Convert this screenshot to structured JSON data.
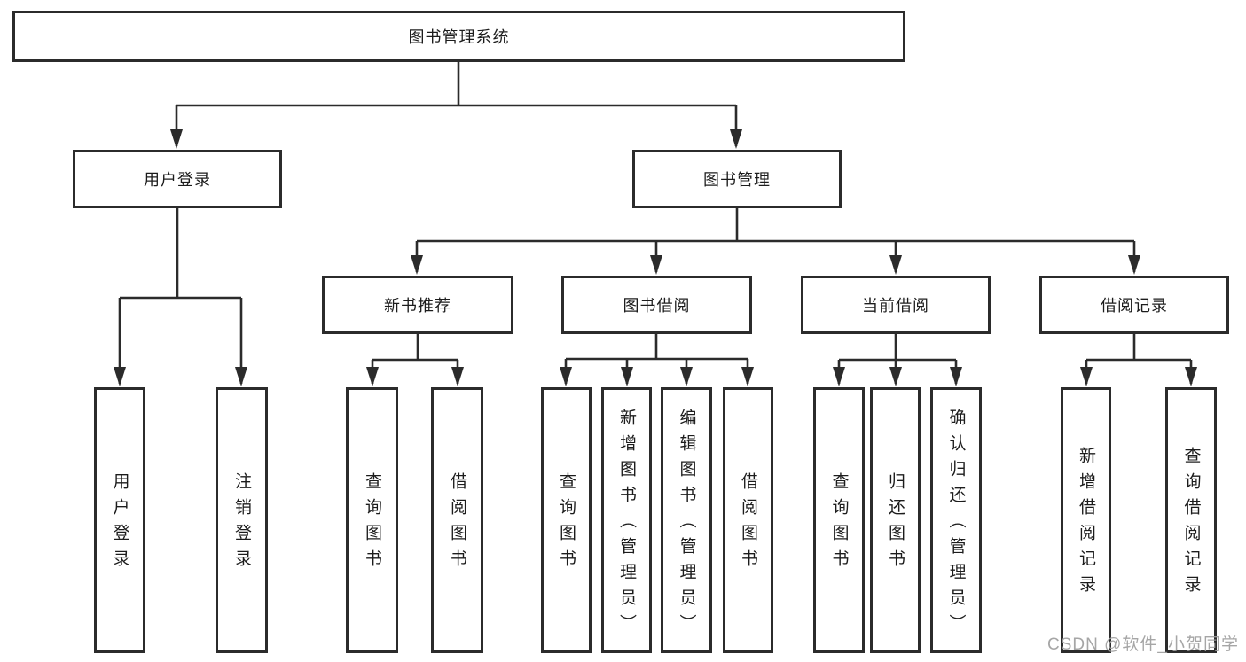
{
  "tree": {
    "root": {
      "label": "图书管理系统"
    },
    "children": [
      {
        "label": "用户登录",
        "children": [
          {
            "label": "用户登录"
          },
          {
            "label": "注销登录"
          }
        ]
      },
      {
        "label": "图书管理",
        "children": [
          {
            "label": "新书推荐",
            "children": [
              {
                "label": "查询图书"
              },
              {
                "label": "借阅图书"
              }
            ]
          },
          {
            "label": "图书借阅",
            "children": [
              {
                "label": "查询图书"
              },
              {
                "label": "新增图书（管理员）"
              },
              {
                "label": "编辑图书（管理员）"
              },
              {
                "label": "借阅图书"
              }
            ]
          },
          {
            "label": "当前借阅",
            "children": [
              {
                "label": "查询图书"
              },
              {
                "label": "归还图书"
              },
              {
                "label": "确认归还（管理员）"
              }
            ]
          },
          {
            "label": "借阅记录",
            "children": [
              {
                "label": "新增借阅记录"
              },
              {
                "label": "查询借阅记录"
              }
            ]
          }
        ]
      }
    ]
  },
  "watermark": {
    "text": "CSDN @软件_小贺同学"
  },
  "colors": {
    "line": "#2b2b2b",
    "text": "#1c1c1c",
    "watermark": "#9e9e9e",
    "background": "#ffffff"
  }
}
